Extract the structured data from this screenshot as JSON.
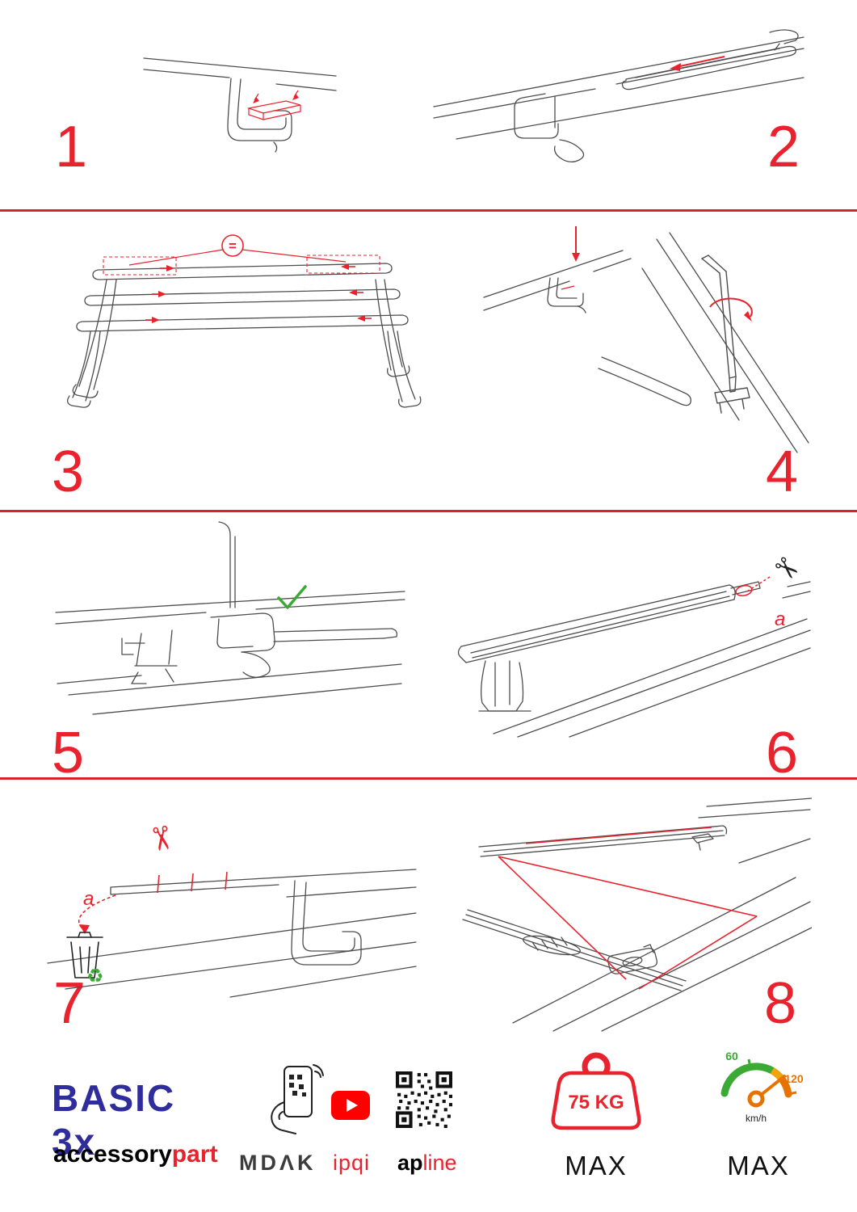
{
  "colors": {
    "accent_red": "#e8232e",
    "divider_red": "#d6232e",
    "logo_navy": "#2e2d9b",
    "ok_green": "#3aaa35",
    "speed_orange": "#e87200",
    "line_gray": "#4d4d4d"
  },
  "steps": [
    {
      "num": "1"
    },
    {
      "num": "2"
    },
    {
      "num": "3",
      "annotation": "="
    },
    {
      "num": "4"
    },
    {
      "num": "5"
    },
    {
      "num": "6",
      "part_label": "a"
    },
    {
      "num": "7",
      "part_label": "a"
    },
    {
      "num": "8"
    }
  ],
  "icons": {
    "scissors": "✂",
    "recycle": "♻"
  },
  "footer": {
    "product_name": "BASIC 3x",
    "brand": {
      "black": "accessory",
      "red": "part"
    },
    "partners": {
      "mdak": "MDΛK",
      "ipqi": "ipqi",
      "apline_black": "ap",
      "apline_red": "line"
    },
    "load_limit": {
      "value": "75 KG",
      "label": "MAX"
    },
    "speed_limit": {
      "low": "60",
      "high": "120",
      "unit": "km/h",
      "label": "MAX"
    }
  }
}
